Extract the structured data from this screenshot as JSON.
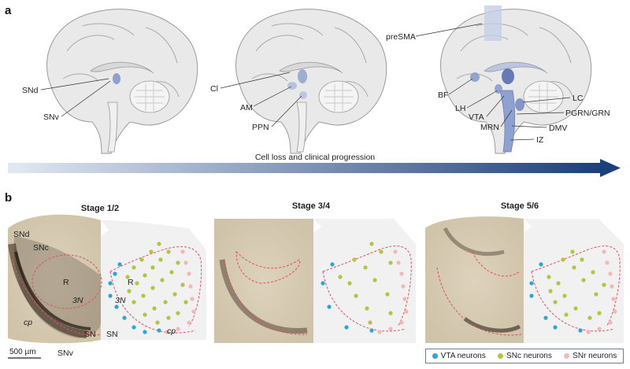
{
  "panel_a": {
    "letter": "a",
    "brain1_labels": {
      "snd": "SNd",
      "snv": "SNv"
    },
    "brain2_labels": {
      "cl": "Cl",
      "am": "AM",
      "ppn": "PPN"
    },
    "brain3_labels": {
      "presma": "preSMA",
      "bf": "BF",
      "lh": "LH",
      "vta": "VTA",
      "mrn": "MRN",
      "lc": "LC",
      "pgrn": "PGRN/GRN",
      "dmv": "DMV",
      "iz": "IZ"
    },
    "arrow_label": "Cell loss and clinical progression"
  },
  "panel_b": {
    "letter": "b",
    "stages": [
      "Stage 1/2",
      "Stage 3/4",
      "Stage 5/6"
    ],
    "section_labels": {
      "snd": "SNd",
      "snc": "SNc",
      "r_left": "R",
      "r_right": "R",
      "n3_left": "3N",
      "n3_right": "3N",
      "cp_left": "cp",
      "cp_right": "cp",
      "sn_left": "SN",
      "sn_right": "SN",
      "snv": "SNv"
    },
    "scale_bar": "500 µm",
    "legend": [
      {
        "label": "VTA neurons",
        "color": "#2aa6d8"
      },
      {
        "label": "SNc neurons",
        "color": "#b4c43c"
      },
      {
        "label": "SNr neurons",
        "color": "#f2b8b8"
      }
    ]
  },
  "colors": {
    "arrow_start": "#dfe6f2",
    "arrow_end": "#1b3f7a",
    "highlight": "#5f78b8",
    "dashed": "#e0505a"
  }
}
